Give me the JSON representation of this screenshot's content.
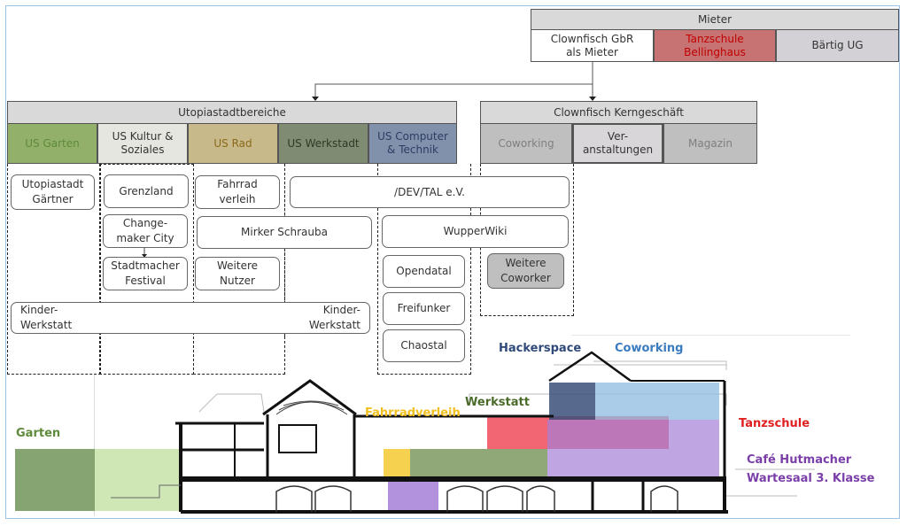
{
  "mieter": {
    "title": "Mieter",
    "items": [
      {
        "label": "Clownfisch GbR\nals Mieter",
        "bg": "#ffffff",
        "color": "#333333"
      },
      {
        "label": "Tanzschule\nBellinghaus",
        "bg": "#c87373",
        "color": "#c00000"
      },
      {
        "label": "Bärtig UG",
        "bg": "#d3d1d6",
        "color": "#333333"
      }
    ]
  },
  "utopiastadt": {
    "title": "Utopiastadtbereiche",
    "areas": [
      {
        "label": "US Garten",
        "bg": "#92b06a",
        "color": "#5e8a3a"
      },
      {
        "label": "US Kultur &\nSoziales",
        "bg": "#e6e6e0",
        "color": "#333333"
      },
      {
        "label": "US Rad",
        "bg": "#c8b98a",
        "color": "#8a6a1a"
      },
      {
        "label": "US Werkstadt",
        "bg": "#7f8c73",
        "color": "#2e3a26"
      },
      {
        "label": "US Computer\n& Technik",
        "bg": "#8191ab",
        "color": "#2c3d63"
      }
    ]
  },
  "clownfisch": {
    "title": "Clownfisch Kerngeschäft",
    "areas": [
      {
        "label": "Coworking",
        "bg": "#bfbfbf",
        "color": "#7f7f7f"
      },
      {
        "label": "Ver-\nanstaltungen",
        "bg": "#d9d6da",
        "color": "#333333"
      },
      {
        "label": "Magazin",
        "bg": "#bfbfbf",
        "color": "#7f7f7f"
      }
    ]
  },
  "projects": {
    "utopiastadt_gaertner": "Utopiastadt\nGärtner",
    "grenzland": "Grenzland",
    "changemaker_city": "Change-\nmaker City",
    "stadtmacher_festival": "Stadtmacher\nFestival",
    "fahrradverleih": "Fahrrad\nverleih",
    "mirker_schrauba": "Mirker Schrauba",
    "weitere_nutzer": "Weitere\nNutzer",
    "devtal": "/DEV/TAL e.V.",
    "wupperwiki": "WupperWiki",
    "opendatal": "Opendatal",
    "freifunker": "Freifunker",
    "chaostal": "Chaostal",
    "weitere_coworker": "Weitere\nCoworker",
    "kinderwerkstatt_left": "Kinder-\nWerkstatt",
    "kinderwerkstatt_right": "Kinder-\nWerkstatt"
  },
  "building": {
    "labels": {
      "garten": {
        "text": "Garten",
        "color": "#5e8a3a"
      },
      "fahrradverleih": {
        "text": "Fahrradverleih",
        "color": "#f0c020"
      },
      "werkstatt": {
        "text": "Werkstatt",
        "color": "#4a6b2a"
      },
      "hackerspace": {
        "text": "Hackerspace",
        "color": "#2f4a7a"
      },
      "coworking": {
        "text": "Coworking",
        "color": "#3b7bbf"
      },
      "tanzschule": {
        "text": "Tanzschule",
        "color": "#e02020"
      },
      "cafe_line1": {
        "text": "Café Hutmacher",
        "color": "#7a3fa8"
      },
      "cafe_line2": {
        "text": "Wartesaal 3. Klasse",
        "color": "#7a3fa8"
      }
    },
    "zones": {
      "garten_dark": "#7f9f6a",
      "garten_light": "#b9dd95",
      "fahrrad": "#f5c830",
      "werkstatt": "#6b8a4a",
      "tanz": "#ee3344",
      "hacker": "#3b4f7a",
      "cowork": "#8fbbe2",
      "cafe": "#a47fd6"
    }
  }
}
